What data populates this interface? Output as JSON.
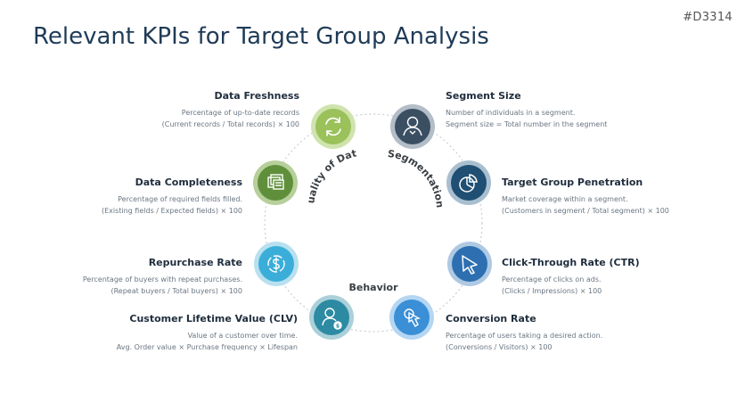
{
  "slide_id": "#D3314",
  "title": "Relevant KPIs for Target Group Analysis",
  "groups": {
    "quality": "Quality of Data",
    "segmentation": "Segmentation",
    "behavior": "Behavior"
  },
  "colors": {
    "light_green": "#9ac15a",
    "dark_green": "#5f8f3b",
    "slate": "#3b4f63",
    "navy": "#1f4f73",
    "blue": "#2d6fb0",
    "bright_blue": "#3a8fd6",
    "teal": "#2c8aa3",
    "cyan": "#3aaed8"
  },
  "kpis": [
    {
      "id": "data-freshness",
      "title": "Data Freshness",
      "desc": "Percentage of up-to-date records",
      "formula": "(Current records / Total records) × 100",
      "icon": "refresh-icon"
    },
    {
      "id": "data-completeness",
      "title": "Data Completeness",
      "desc": "Percentage of required fields filled.",
      "formula": "(Existing fields / Expected fields) × 100",
      "icon": "folders-icon"
    },
    {
      "id": "segment-size",
      "title": "Segment Size",
      "desc": "Number of individuals in a segment.",
      "formula": "Segment size = Total number in the segment",
      "icon": "person-icon"
    },
    {
      "id": "target-group-penetration",
      "title": "Target Group Penetration",
      "desc": "Market coverage within a segment.",
      "formula": "(Customers in segment / Total segment) × 100",
      "icon": "pie-chart-icon"
    },
    {
      "id": "repurchase-rate",
      "title": "Repurchase Rate",
      "desc": "Percentage of buyers with repeat purchases.",
      "formula": "(Repeat buyers / Total buyers) × 100",
      "icon": "dollar-cycle-icon"
    },
    {
      "id": "click-through-rate",
      "title": "Click-Through Rate (CTR)",
      "desc": "Percentage of clicks on ads.",
      "formula": "(Clicks / Impressions) × 100",
      "icon": "cursor-icon"
    },
    {
      "id": "customer-lifetime-value",
      "title": "Customer Lifetime Value (CLV)",
      "desc": "Value of a customer over time.",
      "formula": "Avg. Order value × Purchase frequency × Lifespan",
      "icon": "person-coin-icon"
    },
    {
      "id": "conversion-rate",
      "title": "Conversion Rate",
      "desc": "Percentage of users taking a desired action.",
      "formula": "(Conversions / Visitors) × 100",
      "icon": "hand-click-icon"
    }
  ]
}
